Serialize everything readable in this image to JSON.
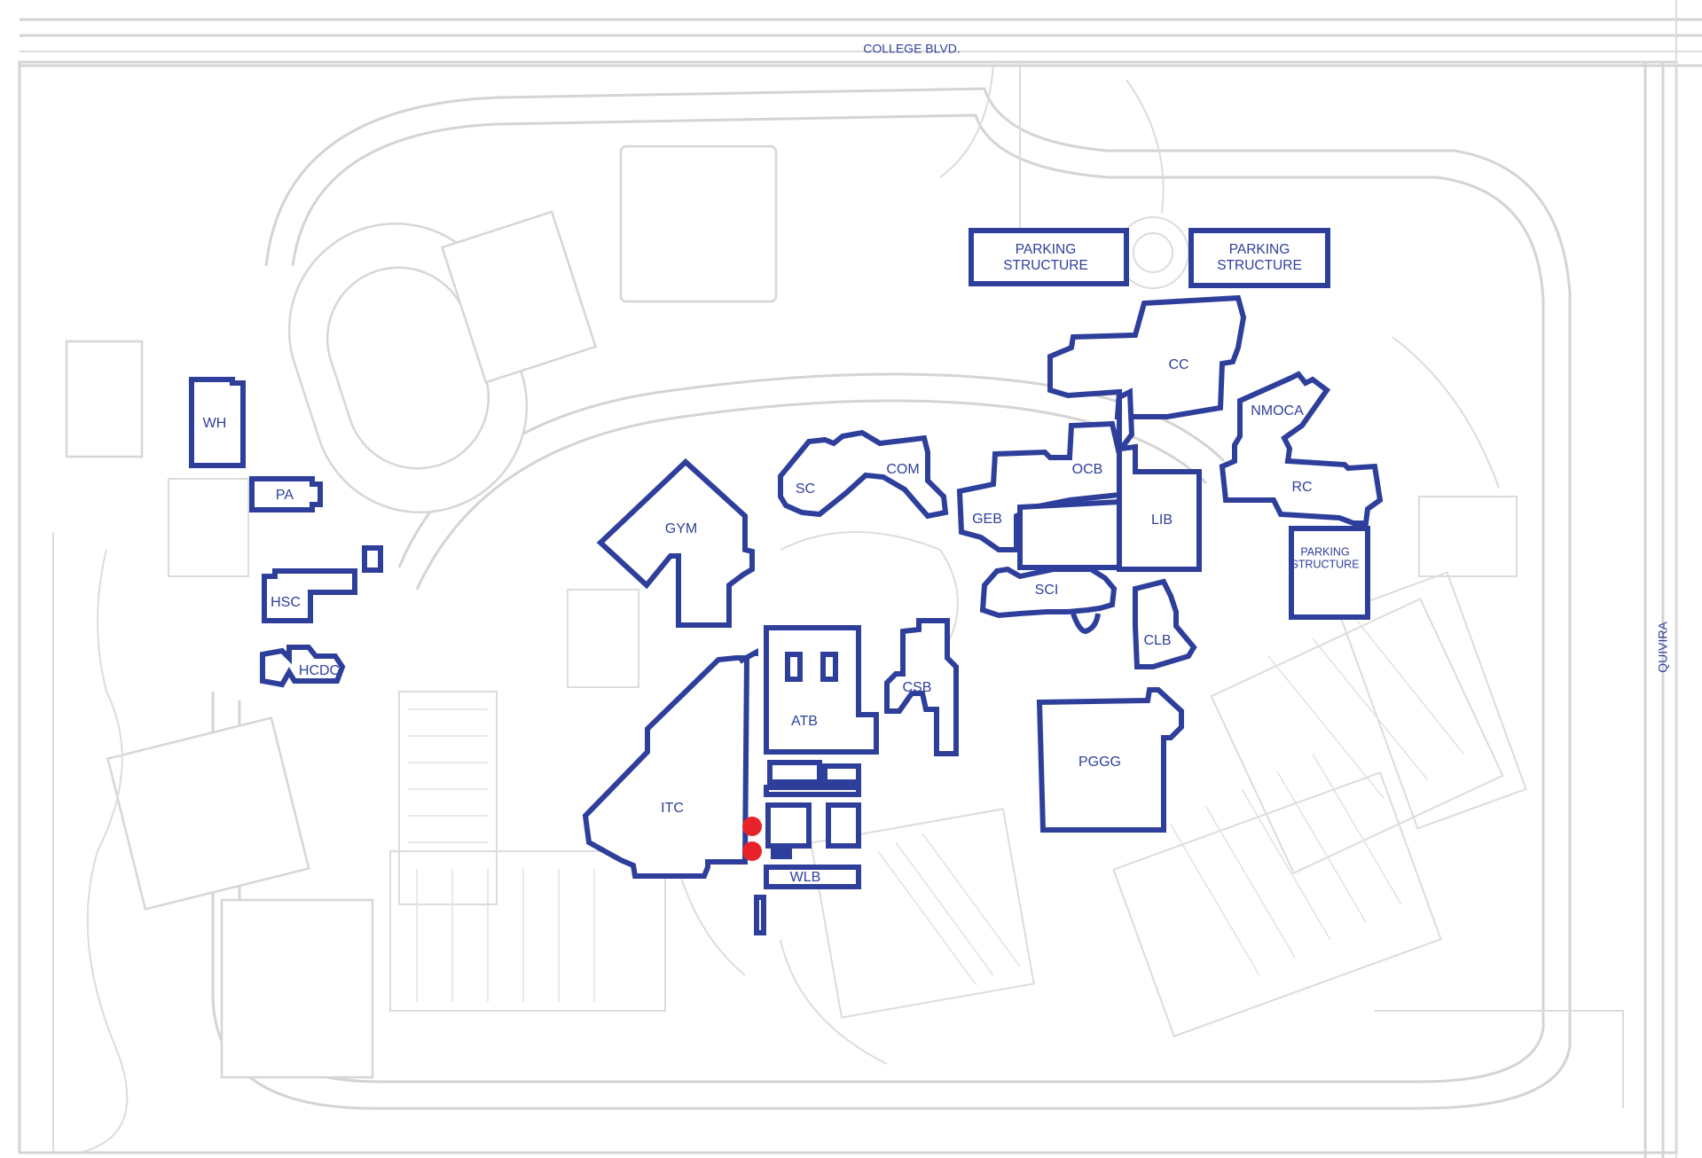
{
  "map": {
    "streets": {
      "north": "COLLEGE BLVD.",
      "east": "QUIVIRA"
    },
    "building_color": "#2e3f9b",
    "marker_color": "#e8242a",
    "buildings": {
      "wh": "WH",
      "pa": "PA",
      "hsc": "HSC",
      "hcdc": "HCDC",
      "gym": "GYM",
      "sc": "SC",
      "com": "COM",
      "geb": "GEB",
      "ocb": "OCB",
      "cc": "CC",
      "nmoca": "NMOCA",
      "lib": "LIB",
      "rc": "RC",
      "sci": "SCI",
      "clb": "CLB",
      "csb": "CSB",
      "atb": "ATB",
      "itc": "ITC",
      "wlb": "WLB",
      "pggg": "PGGG",
      "parking_1_line1": "PARKING",
      "parking_1_line2": "STRUCTURE",
      "parking_2_line1": "PARKING",
      "parking_2_line2": "STRUCTURE",
      "parking_3_line1": "PARKING",
      "parking_3_line2": "STRUCTURE"
    },
    "markers": 2
  }
}
